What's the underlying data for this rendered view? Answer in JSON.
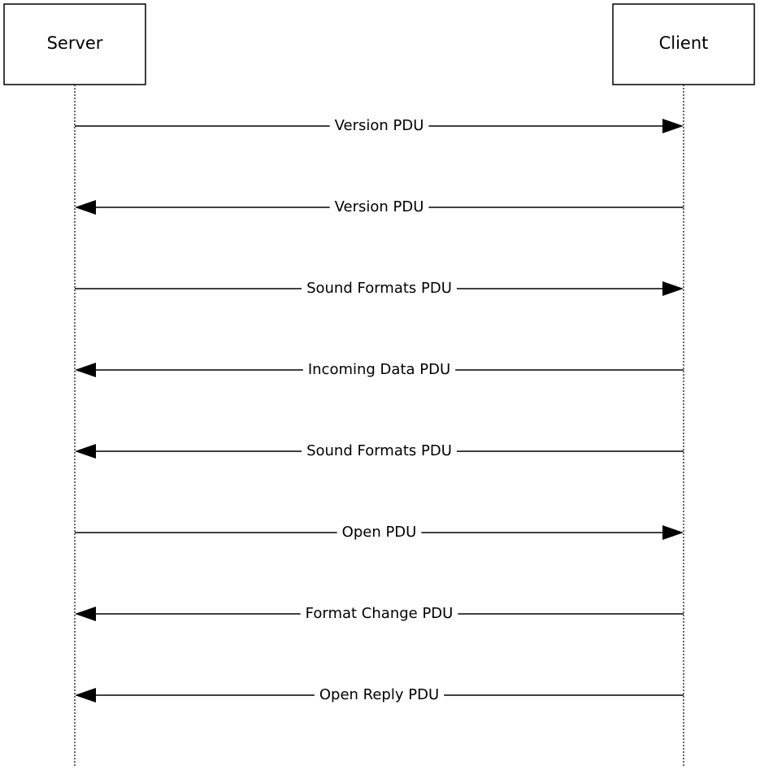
{
  "actors": {
    "server": {
      "label": "Server"
    },
    "client": {
      "label": "Client"
    }
  },
  "messages": [
    {
      "label": "Version PDU",
      "from": "server",
      "to": "client"
    },
    {
      "label": "Version PDU",
      "from": "client",
      "to": "server"
    },
    {
      "label": "Sound Formats PDU",
      "from": "server",
      "to": "client"
    },
    {
      "label": "Incoming Data PDU",
      "from": "client",
      "to": "server"
    },
    {
      "label": "Sound Formats PDU",
      "from": "client",
      "to": "server"
    },
    {
      "label": "Open PDU",
      "from": "server",
      "to": "client"
    },
    {
      "label": "Format Change PDU",
      "from": "client",
      "to": "server"
    },
    {
      "label": "Open Reply PDU",
      "from": "client",
      "to": "server"
    }
  ]
}
